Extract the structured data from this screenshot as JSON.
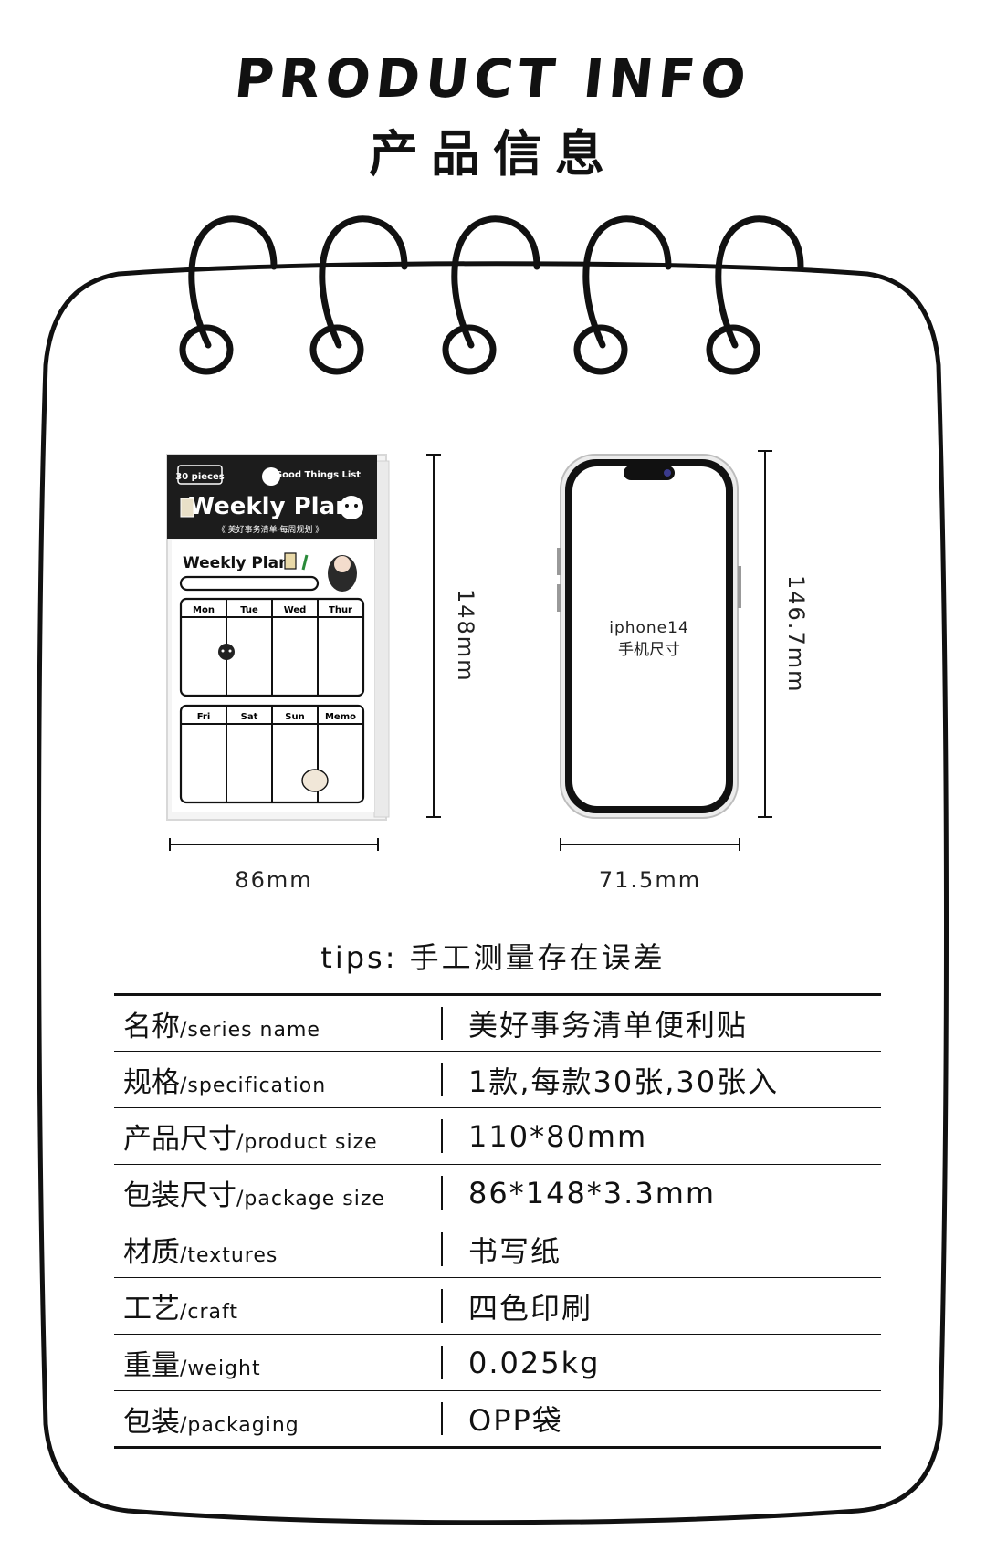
{
  "header": {
    "title_en": "PRODUCT INFO",
    "title_cn": "产品信息"
  },
  "package": {
    "pieces_badge": "30 pieces",
    "subtitle": "Good Things List",
    "brand_title": "Weekly Plan",
    "tagline": "《 美好事务清单·每周规划 》",
    "sheet_title": "Weekly Plan",
    "days_top": [
      "Mon",
      "Tue",
      "Wed",
      "Thur"
    ],
    "days_bottom": [
      "Fri",
      "Sat",
      "Sun",
      "Memo"
    ]
  },
  "dimensions": {
    "package_height": "148mm",
    "package_width": "86mm",
    "phone_height": "146.7mm",
    "phone_width": "71.5mm"
  },
  "phone": {
    "line1": "iphone14",
    "line2": "手机尺寸"
  },
  "tips": "tips: 手工测量存在误差",
  "specs": [
    {
      "key_cn": "名称",
      "key_en": "/series name",
      "value": "美好事务清单便利贴"
    },
    {
      "key_cn": "规格",
      "key_en": "/specification",
      "value": "1款,每款30张,30张入"
    },
    {
      "key_cn": "产品尺寸",
      "key_en": "/product size",
      "value": "110*80mm"
    },
    {
      "key_cn": "包装尺寸",
      "key_en": "/package size",
      "value": "86*148*3.3mm"
    },
    {
      "key_cn": "材质",
      "key_en": "/textures",
      "value": "书写纸"
    },
    {
      "key_cn": "工艺",
      "key_en": "/craft",
      "value": "四色印刷"
    },
    {
      "key_cn": "重量",
      "key_en": "/weight",
      "value": "0.025kg"
    },
    {
      "key_cn": "包装",
      "key_en": "/packaging",
      "value": "OPP袋"
    }
  ]
}
